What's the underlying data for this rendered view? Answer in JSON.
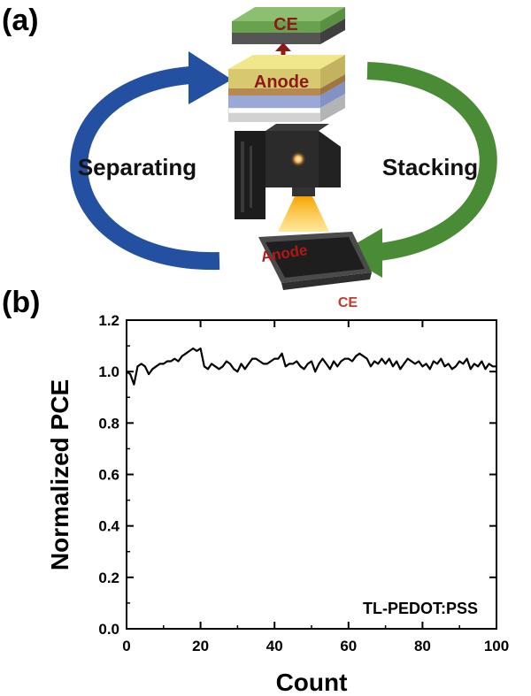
{
  "panel_a": {
    "label": "(a)",
    "left_arrow_label": "Separating",
    "right_arrow_label": "Stacking",
    "stack_top_label": "CE",
    "stack_middle_label": "Anode",
    "device_anode_label": "Anode",
    "device_ce_label": "CE",
    "colors": {
      "left_arrow": "#2350a0",
      "right_arrow": "#4a8c35",
      "label_red": "#8b1a1a"
    }
  },
  "panel_b": {
    "label": "(b)",
    "annotation": "TL-PEDOT:PSS"
  },
  "chart_data": {
    "type": "line",
    "xlabel": "Count",
    "ylabel": "Normalized PCE",
    "xlim": [
      0,
      100
    ],
    "ylim": [
      0.0,
      1.2
    ],
    "x_ticks": [
      "0",
      "20",
      "40",
      "60",
      "80",
      "100"
    ],
    "y_ticks": [
      "0.0",
      "0.2",
      "0.4",
      "0.6",
      "0.8",
      "1.0",
      "1.2"
    ],
    "grid": false,
    "line_color": "#000000",
    "series": [
      {
        "x": [
          0,
          1,
          2,
          3,
          4,
          5,
          6,
          7,
          8,
          9,
          10,
          11,
          12,
          13,
          14,
          15,
          16,
          17,
          18,
          19,
          20,
          21,
          22,
          23,
          24,
          25,
          26,
          27,
          28,
          29,
          30,
          31,
          32,
          33,
          34,
          35,
          36,
          37,
          38,
          39,
          40,
          41,
          42,
          43,
          44,
          45,
          46,
          47,
          48,
          49,
          50,
          51,
          52,
          53,
          54,
          55,
          56,
          57,
          58,
          59,
          60,
          61,
          62,
          63,
          64,
          65,
          66,
          67,
          68,
          69,
          70,
          71,
          72,
          73,
          74,
          75,
          76,
          77,
          78,
          79,
          80,
          81,
          82,
          83,
          84,
          85,
          86,
          87,
          88,
          89,
          90,
          91,
          92,
          93,
          94,
          95,
          96,
          97,
          98,
          99,
          100
        ],
        "y": [
          1.0,
          0.99,
          0.95,
          1.02,
          1.03,
          1.02,
          0.99,
          1.01,
          1.02,
          1.03,
          1.03,
          1.04,
          1.04,
          1.05,
          1.04,
          1.06,
          1.07,
          1.08,
          1.09,
          1.08,
          1.09,
          1.02,
          1.01,
          1.03,
          1.02,
          1.01,
          1.02,
          1.04,
          1.03,
          1.01,
          1.0,
          1.03,
          1.01,
          1.03,
          1.05,
          1.05,
          1.04,
          1.03,
          1.03,
          1.04,
          1.05,
          1.05,
          1.07,
          1.02,
          1.03,
          1.03,
          1.04,
          1.02,
          1.01,
          1.03,
          1.04,
          1.0,
          1.03,
          1.05,
          1.03,
          1.01,
          1.04,
          1.02,
          1.04,
          1.05,
          1.05,
          1.04,
          1.06,
          1.07,
          1.06,
          1.05,
          1.02,
          1.04,
          1.03,
          1.05,
          1.03,
          1.05,
          1.02,
          1.04,
          1.01,
          1.03,
          1.05,
          1.04,
          1.03,
          1.04,
          1.02,
          1.03,
          1.01,
          1.04,
          1.03,
          1.05,
          1.02,
          1.03,
          1.01,
          1.02,
          1.04,
          1.03,
          1.05,
          1.01,
          1.03,
          1.02,
          1.04,
          1.01,
          1.03,
          1.02,
          1.02
        ]
      }
    ]
  }
}
